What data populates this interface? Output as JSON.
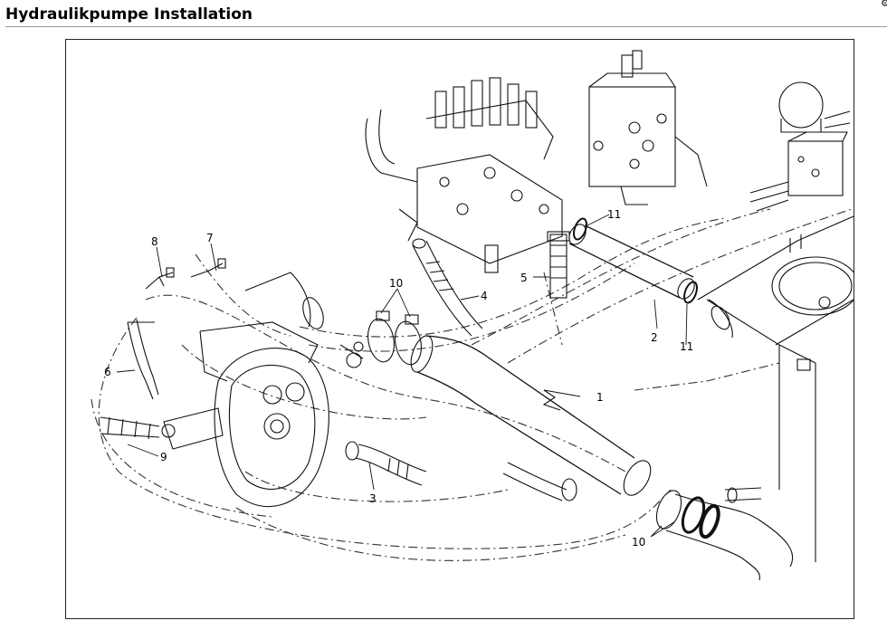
{
  "page": {
    "title": "Hydraulikpumpe Installation"
  },
  "icons": {
    "corner": "gear-icon"
  },
  "callouts": [
    "1",
    "2",
    "3",
    "4",
    "5",
    "6",
    "7",
    "8",
    "9",
    "10",
    "10",
    "11",
    "11"
  ]
}
